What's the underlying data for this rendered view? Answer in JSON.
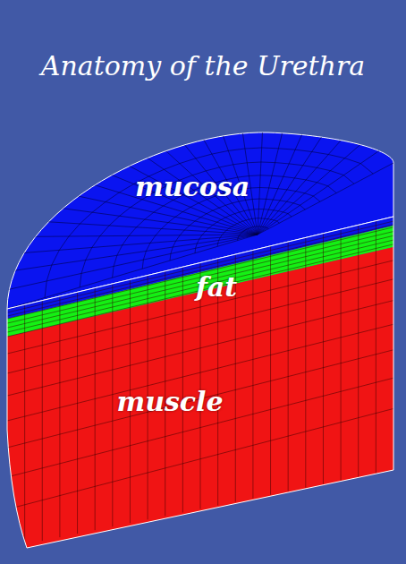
{
  "diagram": {
    "title": "Anatomy of the Urethra",
    "labels": [
      "mucosa",
      "fat",
      "muscle"
    ]
  }
}
